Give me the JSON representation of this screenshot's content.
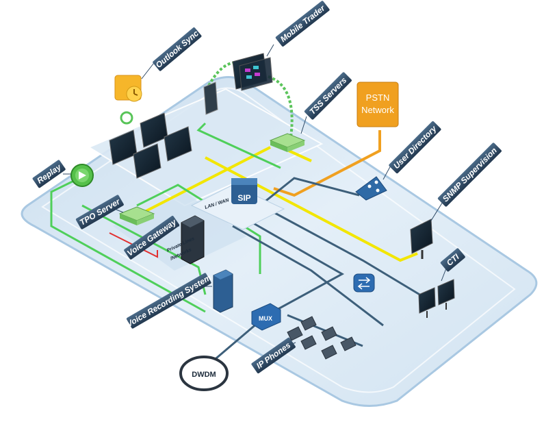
{
  "title": "",
  "labels": {
    "outlook_sync": "Outlook Sync",
    "mobile_trader": "Mobile Trader",
    "tss_servers": "TSS Servers",
    "pstn": "PSTN",
    "network": "Network",
    "user_directory": "User Directory",
    "snmp_supervision": "SNMP Supervision",
    "replay": "Replay",
    "tpo_server": "TPO Server",
    "voice_gateway": "Voice Gateway",
    "voice_recording_system": "Voice Recording System",
    "cti": "CTI",
    "ip_phones": "IP Phones",
    "dwdm": "DWDM",
    "mux": "MUX",
    "sip": "SIP",
    "lan_wan": "LAN / WAN",
    "private_lines_1": "Private Lines",
    "private_lines_2": "/Networks"
  },
  "colors": {
    "platform": "#d9e9f5",
    "platform_edge": "#a9c8e2",
    "label_bg": "#2f4a66",
    "yellow_link": "#f2e600",
    "green_link": "#4fcf5a",
    "orange_link": "#f0a020",
    "blue_link": "#3d5f7a",
    "red_link": "#e23030"
  },
  "icons": [
    "outlook-icon",
    "sync-icon",
    "tablet-icon",
    "mobile-tablets-icon",
    "server-icon",
    "pstn-cloud-icon",
    "directory-icon",
    "monitor-icon",
    "replay-icon",
    "trader-turret-icon",
    "gateway-tower-icon",
    "recorder-icon",
    "switch-icon",
    "mux-icon",
    "ip-phone-icon",
    "sip-switch-icon"
  ]
}
